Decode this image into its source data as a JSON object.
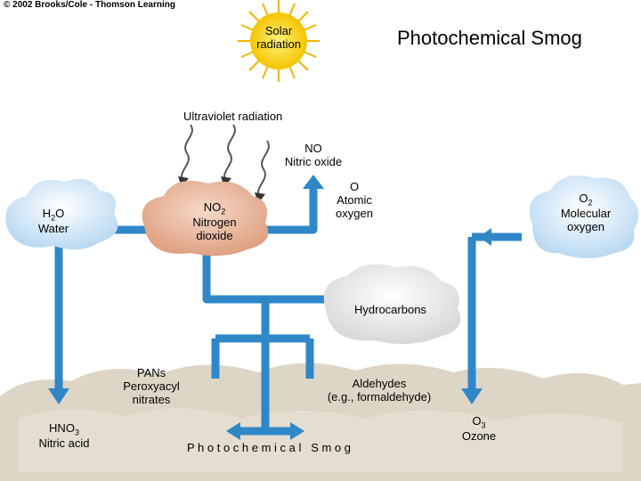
{
  "copyright": "© 2002 Brooks/Cole - Thomson Learning",
  "title": "Photochemical Smog",
  "sun": {
    "line1": "Solar",
    "line2": "radiation"
  },
  "uv_label": "Ultraviolet radiation",
  "no": {
    "formula": "NO",
    "name": "Nitric oxide"
  },
  "h2o": {
    "formula_a": "H",
    "formula_sub": "2",
    "formula_b": "O",
    "name": "Water"
  },
  "no2": {
    "formula_a": "NO",
    "formula_sub": "2",
    "name1": "Nitrogen",
    "name2": "dioxide"
  },
  "o": {
    "formula": "O",
    "name1": "Atomic",
    "name2": "oxygen"
  },
  "o2": {
    "formula_a": "O",
    "formula_sub": "2",
    "name1": "Molecular",
    "name2": "oxygen"
  },
  "hydrocarbons": "Hydrocarbons",
  "pans": {
    "line1": "PANs",
    "line2": "Peroxyacyl",
    "line3": "nitrates"
  },
  "aldehydes": {
    "line1": "Aldehydes",
    "line2": "(e.g., formaldehyde)"
  },
  "hno3": {
    "formula_a": "HNO",
    "formula_sub": "3",
    "name": "Nitric acid"
  },
  "o3": {
    "formula_a": "O",
    "formula_sub": "3",
    "name": "Ozone"
  },
  "smog_label": "P h o t o c h e m i c a l   S m o g",
  "colors": {
    "arrow": "#2f87c8",
    "cloud_blue": "#cfe6f7",
    "cloud_orange": "#eab79f",
    "cloud_grey": "#e9e9e9",
    "smog": "#dcd6c8",
    "sun": "#f7d61c"
  }
}
